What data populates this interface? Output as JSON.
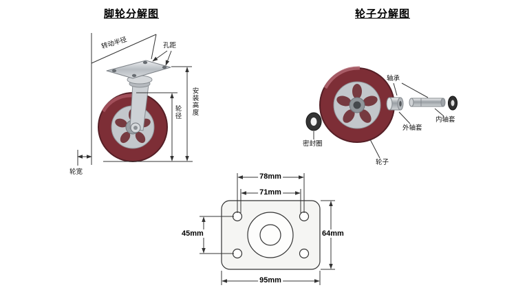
{
  "titles": {
    "caster": "脚轮分解图",
    "wheel": "轮子分解图"
  },
  "caster_labels": {
    "swivel_radius": "转动半径",
    "hole_pitch": "孔距",
    "mount_height": "安装高度",
    "wheel_diameter": "轮径",
    "wheel_width": "轮宽"
  },
  "wheel_labels": {
    "bearing": "轴承",
    "outer_sleeve": "外轴套",
    "inner_sleeve": "内轴套",
    "seal_ring": "密封圈",
    "wheel": "轮子"
  },
  "plate_dimensions": {
    "hole_pitch_a": "78mm",
    "hole_pitch_b": "71mm",
    "hole_pitch_vertical": "45mm",
    "plate_height": "64mm",
    "plate_width": "95mm"
  },
  "colors": {
    "tire": "#7d2e36",
    "tire_highlight": "#a85560",
    "hub": "#c3c7cb",
    "line": "#333333"
  }
}
